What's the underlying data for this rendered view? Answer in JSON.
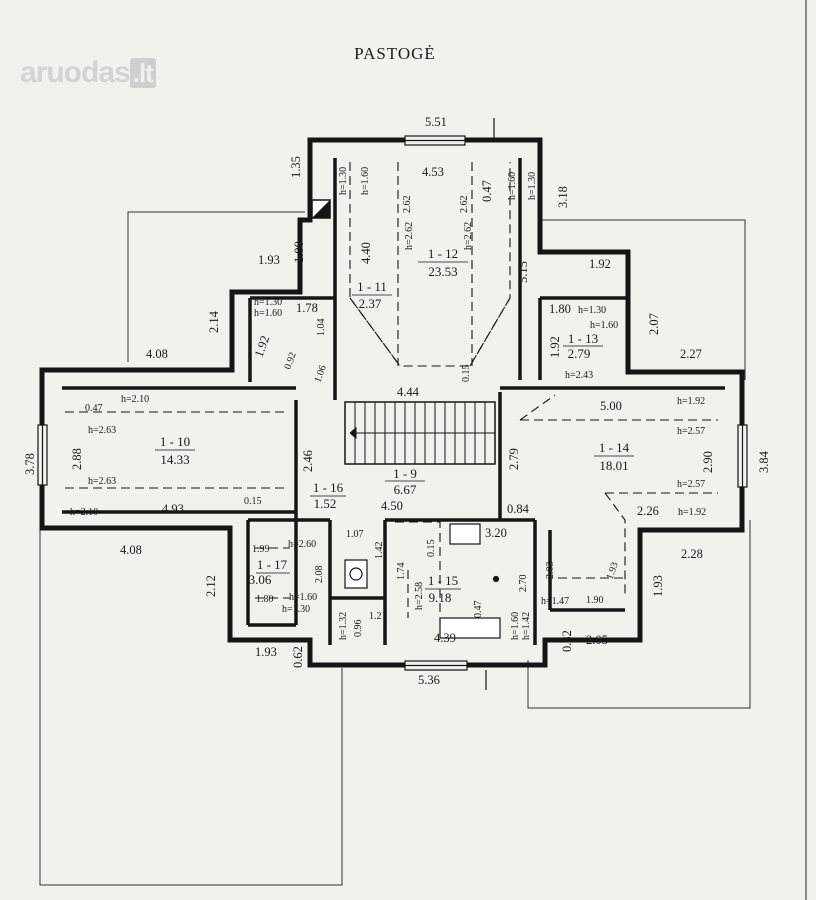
{
  "watermark": {
    "brand": "aruodas",
    "tld": ".lt"
  },
  "plan_title": "PASTOGĖ",
  "rooms": [
    {
      "id": "1 - 12",
      "area": "23.53"
    },
    {
      "id": "1 - 11",
      "area": "2.37"
    },
    {
      "id": "1 - 13",
      "area": "2.79"
    },
    {
      "id": "1 - 10",
      "area": "14.33"
    },
    {
      "id": "1 - 9",
      "area": "6.67"
    },
    {
      "id": "1 - 14",
      "area": "18.01"
    },
    {
      "id": "1 - 16",
      "area": "1.52"
    },
    {
      "id": "1 - 17",
      "area": "3.06"
    },
    {
      "id": "1 - 15",
      "area": "9.18"
    }
  ],
  "dimensions": [
    "5.51",
    "4.53",
    "1.35",
    "3.18",
    "2.62",
    "2.62",
    "0.47",
    "4.40",
    "5.15",
    "1.93",
    "1.00",
    "1.92",
    "1.78",
    "1.80",
    "2.14",
    "2.07",
    "1.92",
    "1.92",
    "1.04",
    "0.92",
    "1.06",
    "0.15",
    "4.08",
    "2.27",
    "4.44",
    "0.47",
    "5.00",
    "3.78",
    "2.88",
    "2.46",
    "2.79",
    "2.90",
    "3.84",
    "4.93",
    "0.15",
    "4.50",
    "0.84",
    "2.26",
    "4.08",
    "1.99",
    "2.08",
    "1.07",
    "1.42",
    "0.15",
    "3.20",
    "2.28",
    "1.74",
    "2.03",
    "1.93",
    "2.12",
    "1.80",
    "1.21",
    "2.70",
    "1.93",
    "1.90",
    "0.96",
    "0.47",
    "0.82",
    "2.05",
    "4.39",
    "1.93",
    "0.62",
    "5.36"
  ],
  "heights": [
    "h=1.30",
    "h=1.60",
    "h=2.62",
    "h=2.62",
    "h=1.60",
    "h=1.30",
    "h=1.30",
    "h=1.60",
    "h=1.30",
    "h=1.60",
    "h=2.43",
    "h=2.10",
    "h=2.63",
    "h=2.63",
    "h=2.10",
    "h=1.92",
    "h=2.57",
    "h=2.57",
    "h=1.92",
    "h=2.60",
    "h=1.60",
    "h=1.30",
    "h=2.58",
    "h=1.47",
    "h=1.32",
    "h=1.60",
    "h=1.42"
  ]
}
